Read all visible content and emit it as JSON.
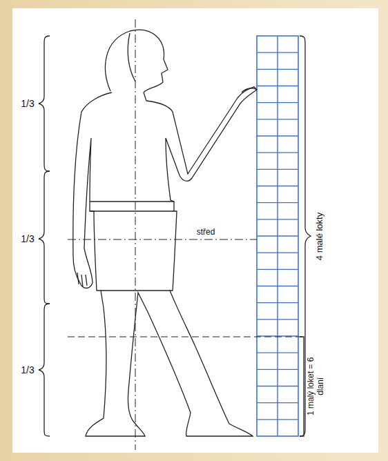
{
  "diagram": {
    "labels": [
      "1/3",
      "1/3",
      "1/3",
      "střed",
      "4 malé lokty",
      "1 malý loket = 6 dlaní"
    ]
  }
}
